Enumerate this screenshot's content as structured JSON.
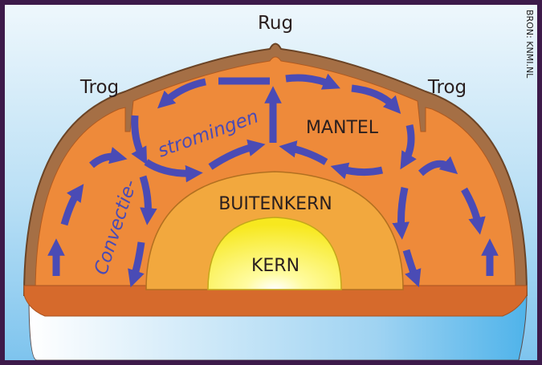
{
  "labels": {
    "ridge": "Rug",
    "trough_left": "Trog",
    "trough_right": "Trog",
    "mantle": "MANTEL",
    "outer_core": "BUITENKERN",
    "core": "KERN",
    "convection_1": "Convectie-",
    "convection_2": "stromingen"
  },
  "source": "BRON: KNMI.NL",
  "colors": {
    "frame": "#3d1a4a",
    "sky_top": "#e6f3fb",
    "sky_bottom": "#8ecbef",
    "crust": "#a56f45",
    "mantle": "#ee8a3a",
    "mantle_base": "#d66a2c",
    "outer_core": "#f2a83e",
    "core": "#fff23a",
    "arrow": "#4a4bb5"
  }
}
